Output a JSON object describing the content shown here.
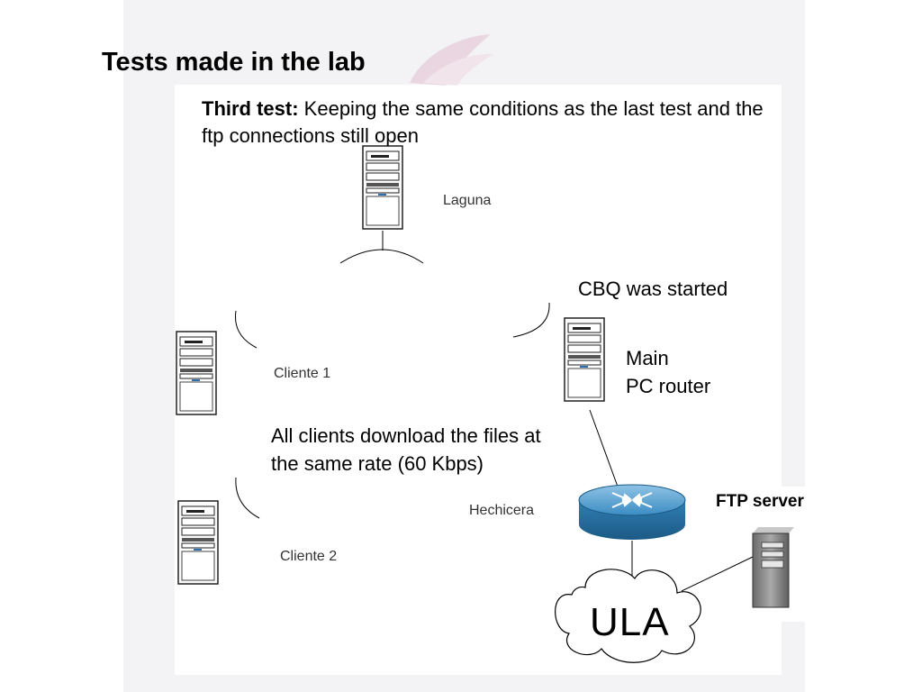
{
  "slide": {
    "title": "Tests made in the lab",
    "description_bold": "Third test:",
    "description_rest": " Keeping the same conditions as the last test and the ftp connections still open"
  },
  "nodes": {
    "laguna": "Laguna",
    "cliente1": "Cliente 1",
    "cliente2": "Cliente 2",
    "hechicera": "Hechicera",
    "cbq_note": "CBQ was started",
    "main_line1": "Main",
    "main_line2": "PC router",
    "clients_note_line1": "All clients download the files at",
    "clients_note_line2": "the same rate (60 Kbps)",
    "ftp_server": "FTP server",
    "cloud": "ULA"
  },
  "colors": {
    "router_blue": "#2f7fb4",
    "watermark": "#e8c9d6"
  }
}
